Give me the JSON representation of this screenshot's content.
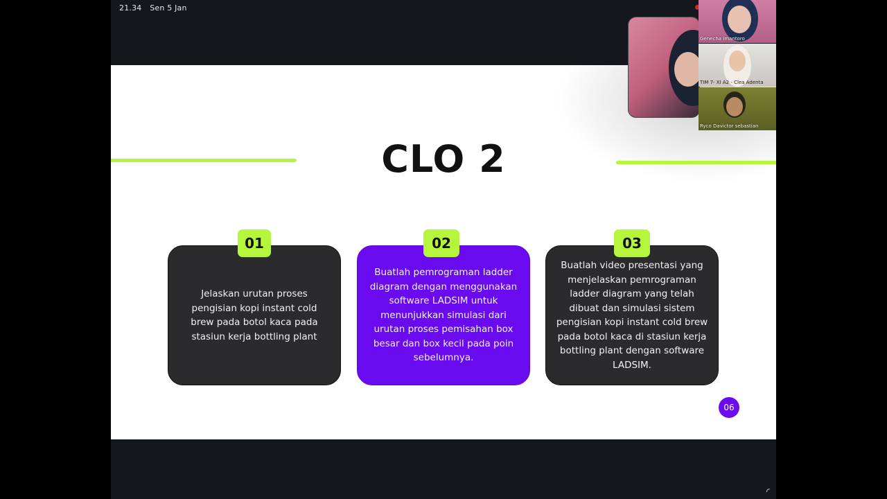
{
  "statusbar": {
    "time": "21.34",
    "date": "Sen 5 Jan"
  },
  "slide": {
    "title": "CLO 2",
    "page_number": "06",
    "accent_color": "#b5f53c",
    "purple_color": "#6a0bef",
    "cards": [
      {
        "number": "01",
        "text": "Jelaskan urutan proses pengisian kopi instant cold brew pada botol kaca pada stasiun kerja bottling plant"
      },
      {
        "number": "02",
        "text": "Buatlah pemrograman ladder diagram dengan menggunakan software LADSIM untuk menunjukkan simulasi dari urutan proses pemisahan box besar dan box kecil pada poin sebelumnya."
      },
      {
        "number": "03",
        "text": "Buatlah video presentasi yang menjelaskan pemrograman ladder diagram yang telah dibuat dan simulasi sistem pengisian kopi instant cold brew pada botol kaca di stasiun kerja bottling plant dengan software LADSIM."
      }
    ]
  },
  "participants": [
    {
      "name": "Genecha Imantoro"
    },
    {
      "name": "TIM 7- XI A2 - Clea Adenta"
    },
    {
      "name": "Ryco Davictor sebastian"
    }
  ]
}
